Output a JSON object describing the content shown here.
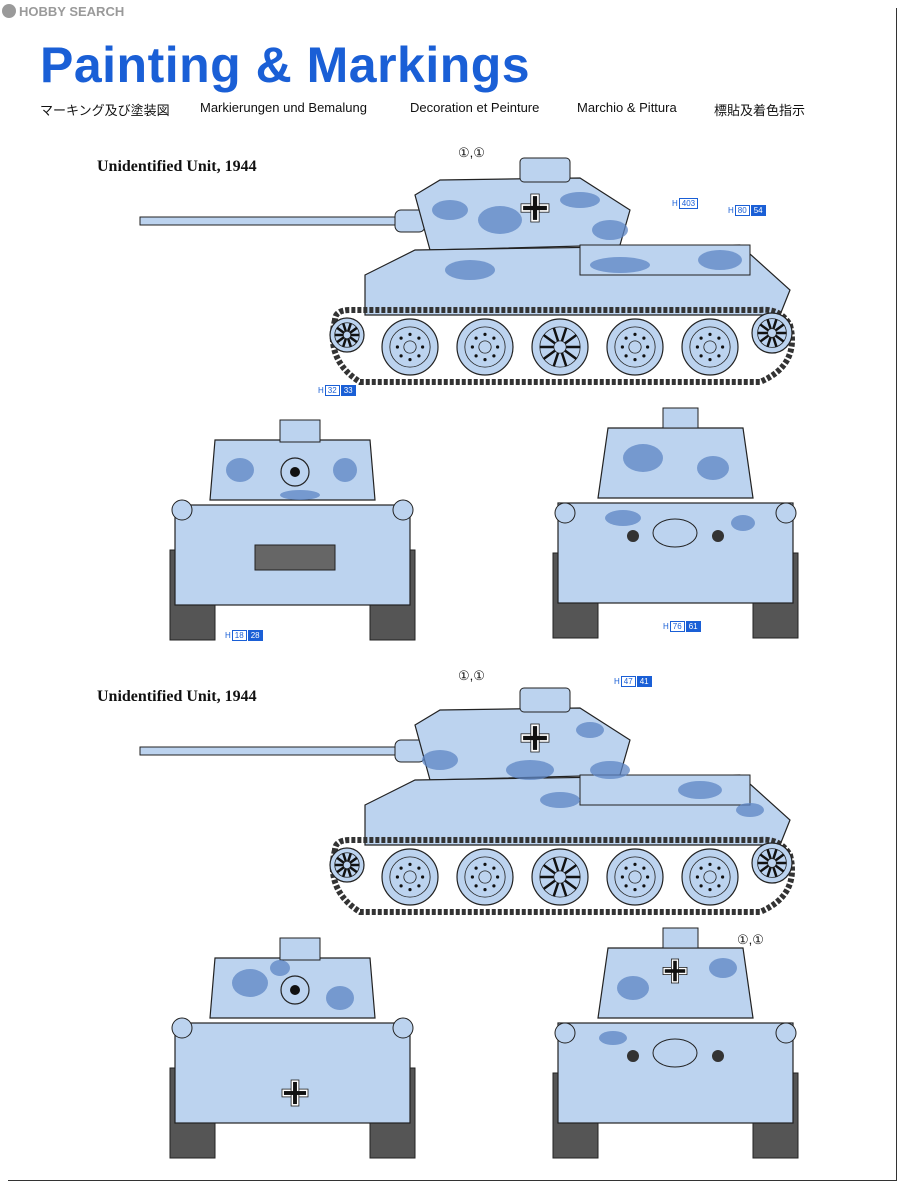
{
  "watermark": "HOBBY SEARCH",
  "title": "Painting & Markings",
  "subtitles": [
    "マーキング及び塗装図",
    "Markierungen und Bemalung",
    "Decoration et Peinture",
    "Marchio & Pittura",
    "標貼及着色指示"
  ],
  "colors": {
    "title_blue": "#1a5fd6",
    "tank_base": "#bcd3ef",
    "camo_blue": "#5d86c4",
    "outline": "#222222",
    "track": "#333333"
  },
  "schemes": [
    {
      "unit": "Unidentified Unit, 1944",
      "side_decal_label": "①,①",
      "callouts": [
        {
          "h": "H",
          "a": "403",
          "b": ""
        },
        {
          "h": "H",
          "a": "80",
          "b": "54"
        },
        {
          "h": "H",
          "a": "32",
          "b": "33"
        },
        {
          "h": "H",
          "a": "18",
          "b": "28"
        },
        {
          "h": "H",
          "a": "76",
          "b": "61"
        }
      ]
    },
    {
      "unit": "Unidentified Unit, 1944",
      "side_decal_label": "①,①",
      "rear_decal_label": "①,①",
      "callouts": [
        {
          "h": "H",
          "a": "47",
          "b": "41"
        }
      ]
    }
  ]
}
